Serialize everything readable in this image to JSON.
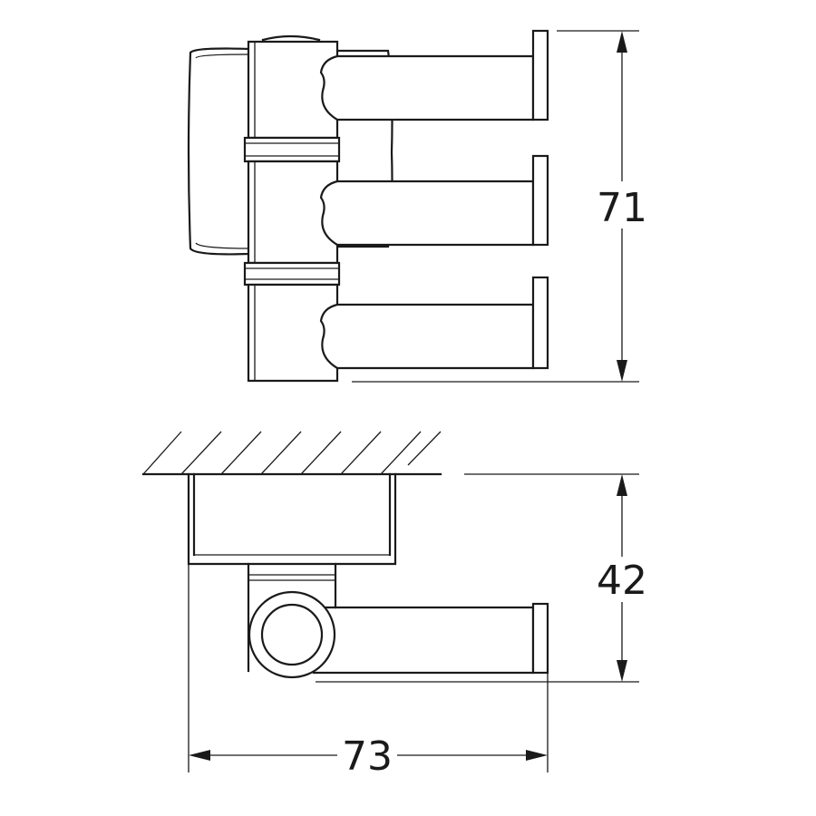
{
  "dimensions": {
    "height_front": "71",
    "height_side": "42",
    "width": "73"
  }
}
